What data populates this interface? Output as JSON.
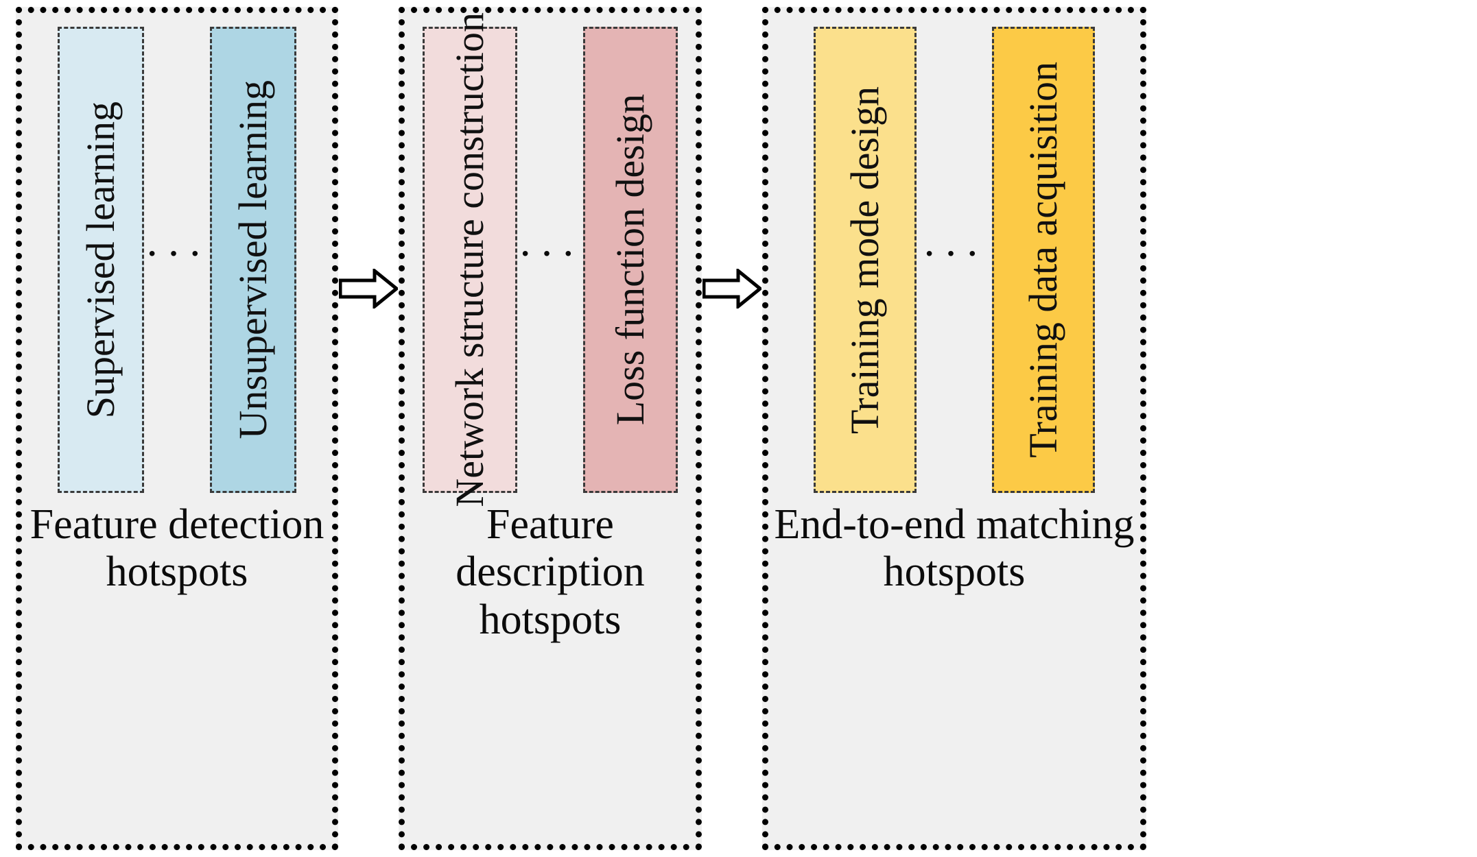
{
  "diagram": {
    "type": "pipeline",
    "title": "",
    "groups": [
      {
        "id": "feature-detection",
        "caption": "Feature detection hotspots",
        "ellipsis": "···",
        "fill_light": "#d8eaf2",
        "fill_dark": "#aed6e4",
        "items": [
          {
            "label": "Supervised learning",
            "color": "#d8eaf2"
          },
          {
            "label": "Unsupervised learning",
            "color": "#aed6e4"
          }
        ]
      },
      {
        "id": "feature-description",
        "caption": "Feature description hotspots",
        "ellipsis": "···",
        "fill_light": "#f2dcdc",
        "fill_dark": "#e4b4b4",
        "items": [
          {
            "label": "Network structure construction",
            "color": "#f2dcdc"
          },
          {
            "label": "Loss function design",
            "color": "#e4b4b4"
          }
        ]
      },
      {
        "id": "end-to-end-matching",
        "caption": "End-to-end matching hotspots",
        "ellipsis": "···",
        "fill_light": "#fbe08c",
        "fill_dark": "#fcca46",
        "items": [
          {
            "label": "Training mode design",
            "color": "#fbe08c"
          },
          {
            "label": "Training data acquisition",
            "color": "#fcca46"
          }
        ]
      }
    ],
    "arrows": [
      {
        "id": "arrow-1",
        "direction": "right",
        "glyph": "⇨"
      },
      {
        "id": "arrow-2",
        "direction": "right",
        "glyph": "⇨"
      }
    ],
    "colors": {
      "panel_background": "#f0f0f0",
      "panel_border": "#000000",
      "item_border": "#3a3a3a",
      "text": "#0b0b0b",
      "page_background": "#ffffff"
    }
  }
}
